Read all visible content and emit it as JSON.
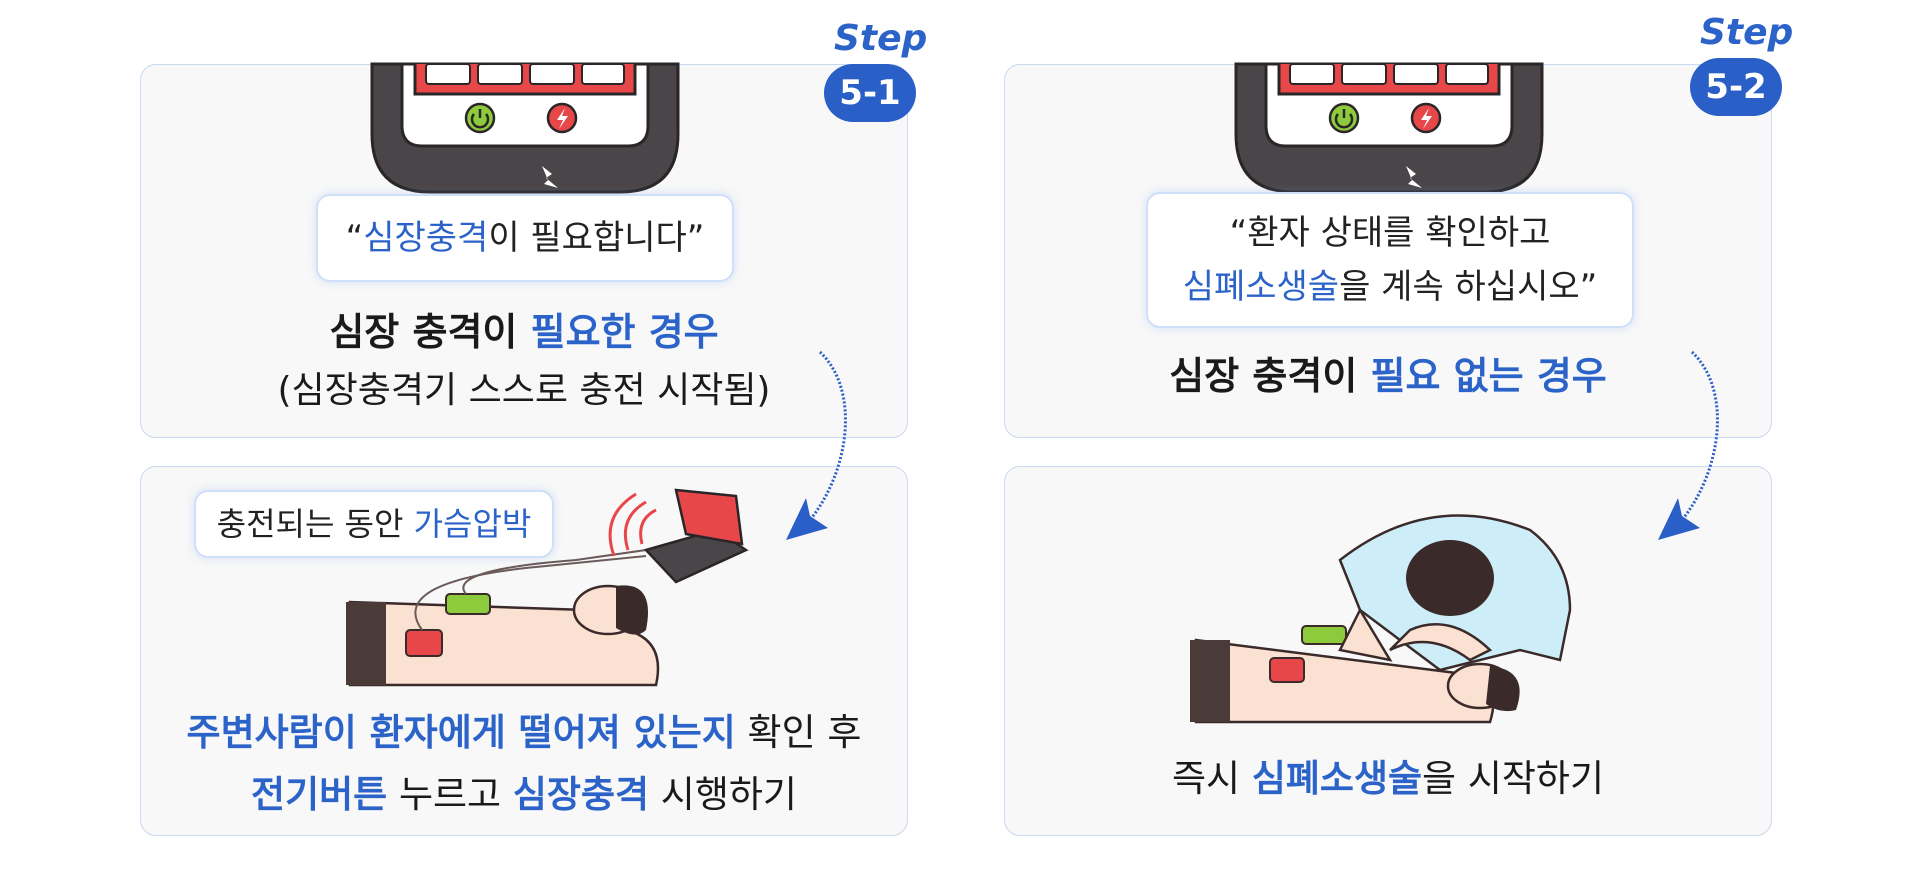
{
  "step1": {
    "step_label": "Step",
    "step_number": "5-1",
    "bubble_q_open": "“",
    "bubble_highlight": "심장충격",
    "bubble_rest": "이 필요합니다”",
    "title_plain": "심장 충격이 ",
    "title_blue": "필요한 경우",
    "subtitle": "(심장충격기 스스로 충전 시작됨)",
    "action_bubble_plain": "충전되는 동안 ",
    "action_bubble_blue": "가슴압박",
    "caption_line1_blue": "주변사람이 환자에게 떨어져 있는지",
    "caption_line1_plain": " 확인 후",
    "caption_line2_blue1": "전기버튼",
    "caption_line2_plain1": " 누르고 ",
    "caption_line2_blue2": "심장충격",
    "caption_line2_plain2": " 시행하기"
  },
  "step2": {
    "step_label": "Step",
    "step_number": "5-2",
    "bubble_line1": "“환자 상태를 확인하고",
    "bubble_line2_blue": "심폐소생술",
    "bubble_line2_plain": "을 계속 하십시오”",
    "title_plain": "심장 충격이 ",
    "title_blue": "필요 없는 경우",
    "caption_plain1": "즉시 ",
    "caption_blue": "심폐소생술",
    "caption_plain2": "을 시작하기"
  },
  "colors": {
    "accent_blue": "#2b63c9",
    "badge_blue": "#2b5fc8",
    "device_red": "#e8474a",
    "device_dark": "#4a4548",
    "panel_border": "#c9daf0",
    "skin": "#fbe1d2",
    "pad_green": "#8ccb3b"
  }
}
